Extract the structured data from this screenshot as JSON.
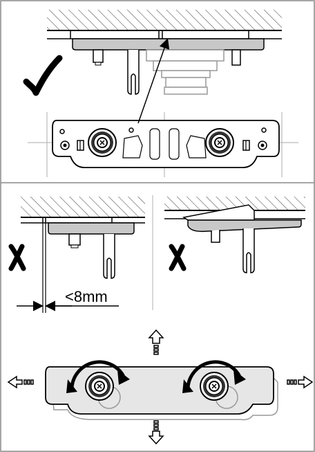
{
  "panels": {
    "correct": {
      "check_mark": "✔"
    },
    "incorrect": {
      "gap_label": "<8mm",
      "cross_mark": "✗"
    },
    "adjust": {
      "directions": [
        "up",
        "down",
        "left",
        "right"
      ]
    }
  },
  "colors": {
    "line": "#000000",
    "plate_fill": "#c8c8c8",
    "light_fill": "#e6e6e6",
    "hatch": "#555555",
    "frame": "#888888"
  }
}
